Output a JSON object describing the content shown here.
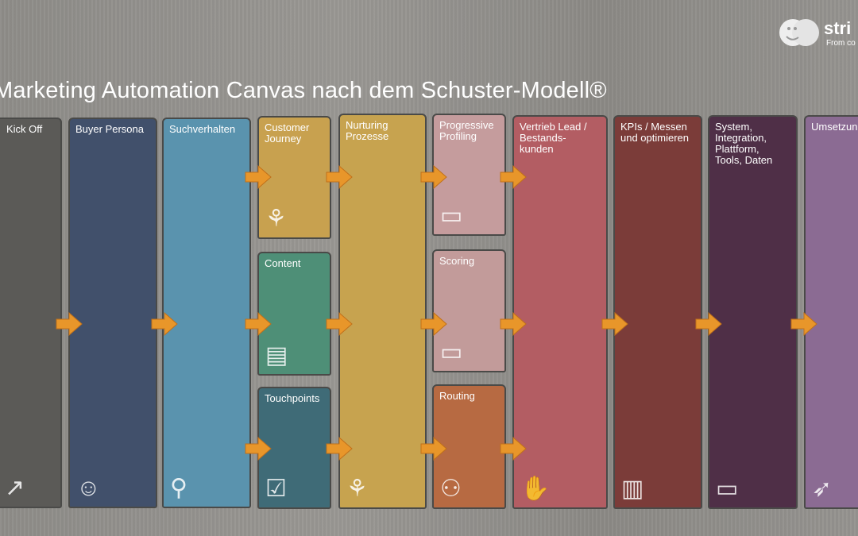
{
  "title": "Marketing Automation Canvas nach dem Schuster-Modell®",
  "logo": {
    "name": "stri",
    "tagline": "From co"
  },
  "colors": {
    "arrow": "#e8962a",
    "background": "#918f8b"
  },
  "columns": [
    {
      "label": "Kick Off",
      "color": "#5b5a57",
      "icon": "chart-growth-icon"
    },
    {
      "label": "Buyer Persona",
      "color": "#41506b",
      "icon": "head-puzzle-icon"
    },
    {
      "label": "Suchverhalten",
      "color": "#5a93ae",
      "icon": "magnifier-person-icon"
    },
    {
      "label": "Customer\nJourney",
      "color": "#c8a14f",
      "icon": "flow-tree-icon"
    },
    {
      "label": "Content",
      "color": "#4e8f77",
      "icon": "documents-icon"
    },
    {
      "label": "Touchpoints",
      "color": "#3f6b77",
      "icon": "person-checklist-icon"
    },
    {
      "label": "Nurturing\nProzesse",
      "color": "#c7a34f",
      "icon": "flow-tree-icon"
    },
    {
      "label": "Progressive\nProfiling",
      "color": "#c59c9d",
      "icon": "id-card-icon"
    },
    {
      "label": "Scoring",
      "color": "#c29b9a",
      "icon": "id-card-icon"
    },
    {
      "label": "Routing",
      "color": "#b76a42",
      "icon": "people-handoff-icon"
    },
    {
      "label": "Vertrieb Lead /\nBestands-\nkunden",
      "color": "#b35d63",
      "icon": "hand-coin-icon"
    },
    {
      "label": "KPIs / Messen\nund optimieren",
      "color": "#7b3c39",
      "icon": "bar-chart-pencil-icon"
    },
    {
      "label": "System,\nIntegration,\nPlattform,\nTools, Daten",
      "color": "#4f2f47",
      "icon": "laptop-icon"
    },
    {
      "label": "Umsetzung",
      "color": "#8b6b93",
      "icon": "running-shoe-icon"
    }
  ]
}
